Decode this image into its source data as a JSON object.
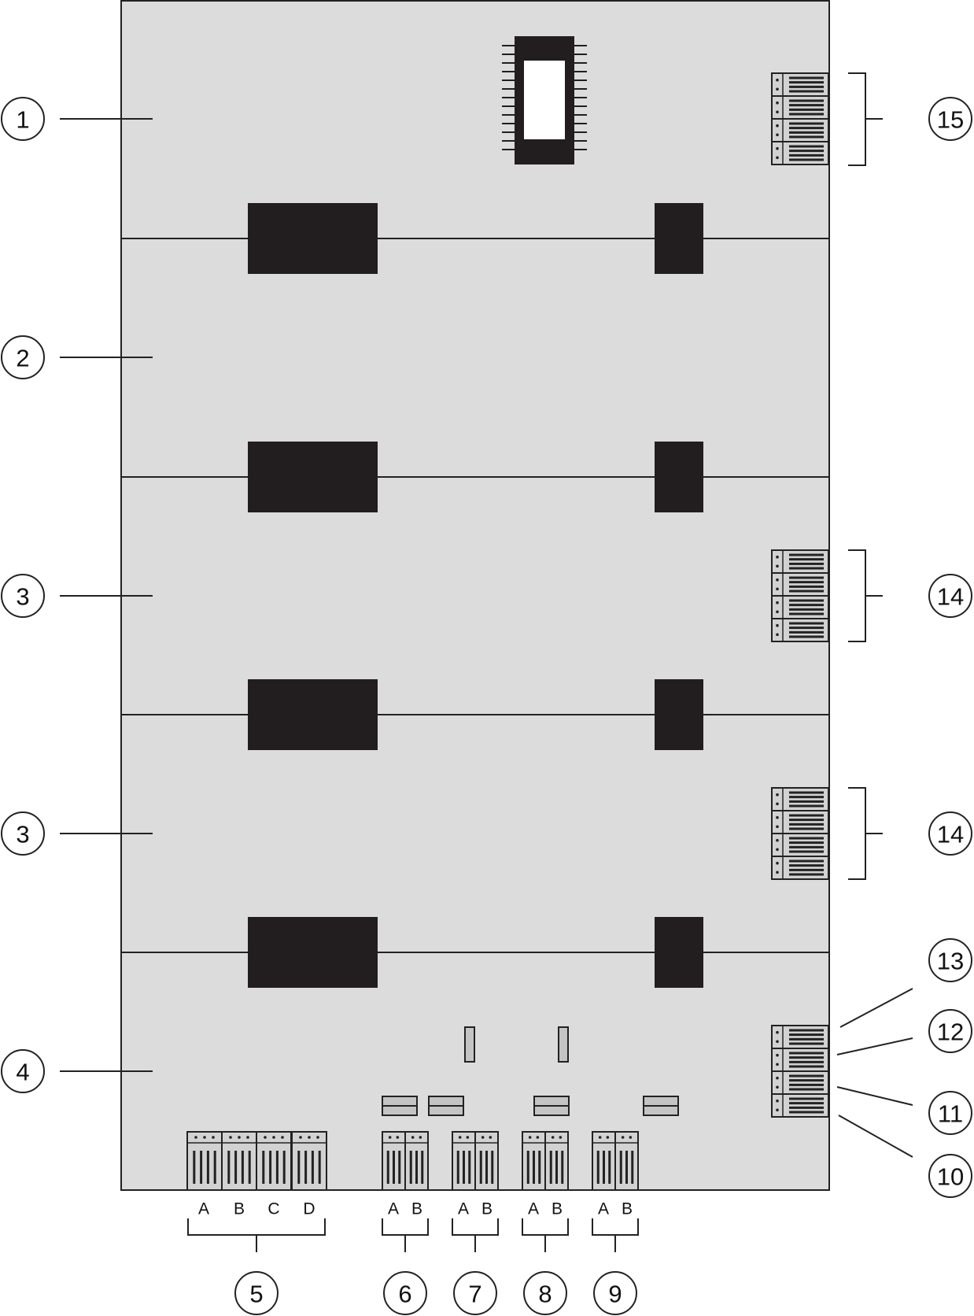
{
  "colors": {
    "board": "#dcdcdc",
    "outline": "#222222",
    "block": "#221e1f",
    "connector": "#d2d2d2",
    "background": "#ffffff"
  },
  "callouts": {
    "left": [
      "1",
      "2",
      "3",
      "3",
      "4"
    ],
    "right_brackets": [
      "15",
      "14",
      "14"
    ],
    "right_leaders": [
      "13",
      "12",
      "11",
      "10"
    ],
    "bottom": [
      "5",
      "6",
      "7",
      "8",
      "9"
    ]
  },
  "letters": {
    "group5": [
      "A",
      "B",
      "C",
      "D"
    ],
    "group6": [
      "A",
      "B"
    ],
    "group7": [
      "A",
      "B"
    ],
    "group8": [
      "A",
      "B"
    ],
    "group9": [
      "A",
      "B"
    ]
  },
  "icons": {
    "ic": "chip-icon",
    "transformer": "transformer-block-icon",
    "terminal": "terminal-block-icon",
    "fuse": "fuse-icon",
    "led": "led-indicator-icon"
  }
}
